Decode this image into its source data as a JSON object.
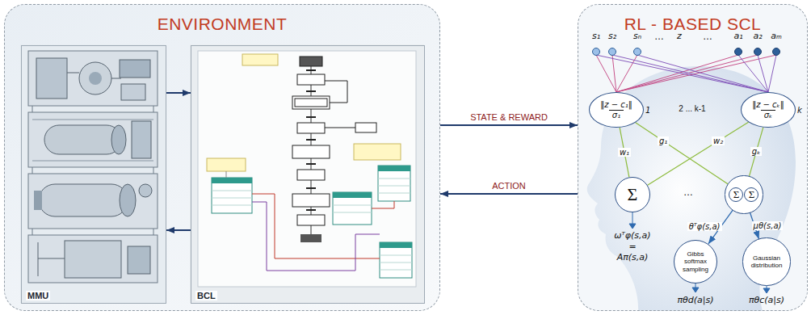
{
  "diagram": {
    "nodes": [
      {
        "text": [
          "ENVIRONMENT"
        ]
      },
      {
        "text": [
          "MMU"
        ],
        "in": 0
      },
      {
        "text": [
          "BCL"
        ],
        "in": 0
      },
      {
        "text": [
          "RL - BASED SCL"
        ]
      },
      {
        "text": [
          "‖z − c₁‖",
          "σ₁",
          "1"
        ],
        "in": 3
      },
      {
        "text": [
          "‖z − cₖ‖",
          "σₖ",
          "k"
        ],
        "in": 3
      },
      {
        "text": [
          "Σ"
        ],
        "in": 3
      },
      {
        "text": [
          "Σ",
          "Σ"
        ],
        "in": 3
      },
      {
        "text": [
          "Gibbs softmax sampling"
        ],
        "in": 3
      },
      {
        "text": [
          "Gaussian distribution"
        ],
        "in": 3
      }
    ],
    "edges": [
      {
        "from": 1,
        "to": 2,
        "arrow": "to"
      },
      {
        "from": 2,
        "to": 1,
        "arrow": "to"
      },
      {
        "from": 0,
        "to": 3,
        "label": "STATE & REWARD",
        "arrow": "to"
      },
      {
        "from": 3,
        "to": 0,
        "label": "ACTION",
        "arrow": "to"
      },
      {
        "from": 4,
        "to": 6,
        "label": "w₁",
        "arrow": "none"
      },
      {
        "from": 4,
        "to": 7,
        "label": "g₁",
        "arrow": "none"
      },
      {
        "from": 5,
        "to": 6,
        "label": "w₂",
        "arrow": "none"
      },
      {
        "from": 5,
        "to": 7,
        "label": "gₖ",
        "arrow": "none"
      },
      {
        "from": 7,
        "to": 8,
        "label": "θᵀφ(s,a)",
        "arrow": "to"
      },
      {
        "from": 7,
        "to": 9,
        "label": "μθ(s,a)",
        "arrow": "to"
      }
    ],
    "labels": [
      "s₁",
      "s₂",
      "sₙ",
      "…",
      "z",
      "…",
      "a₁",
      "a₂",
      "aₘ",
      "2 ... k-1",
      "…",
      "ωᵀφ(s,a)",
      "=",
      "Aπ(s,a)",
      "πθd(a|s)",
      "πθc(a|s)"
    ]
  }
}
